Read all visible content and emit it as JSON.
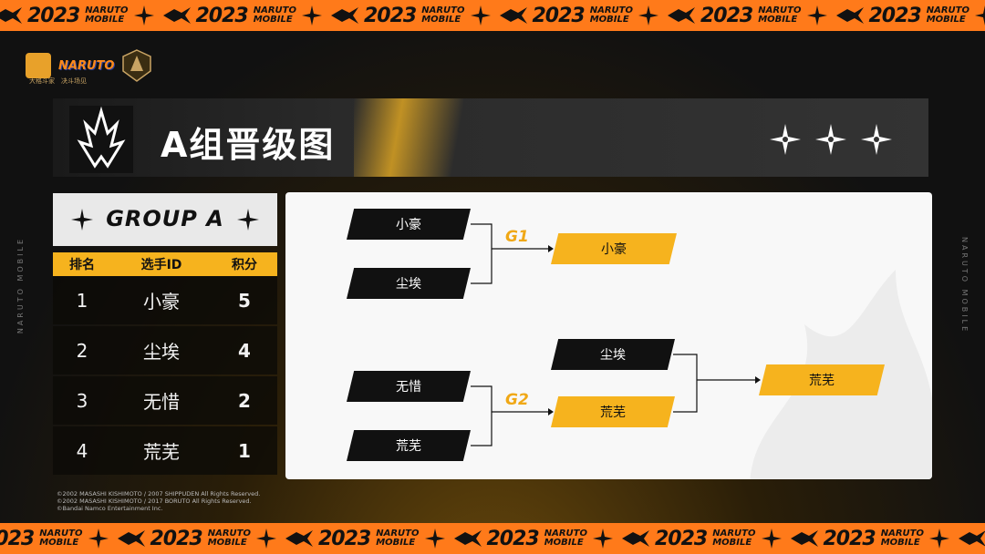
{
  "banner": {
    "year": "2023",
    "name_line1": "NARUTO",
    "name_line2": "MOBILE"
  },
  "side_text": "NARUTO MOBILE",
  "logos": {
    "naruto": "NARUTO",
    "tagline": "大格斗家　决斗场见"
  },
  "title": "A组晋级图",
  "group": {
    "title": "GROUP A"
  },
  "table": {
    "headers": [
      "排名",
      "选手ID",
      "积分"
    ],
    "rows": [
      {
        "rank": "1",
        "name": "小豪",
        "points": "5"
      },
      {
        "rank": "2",
        "name": "尘埃",
        "points": "4"
      },
      {
        "rank": "3",
        "name": "无惜",
        "points": "2"
      },
      {
        "rank": "4",
        "name": "荒芜",
        "points": "1"
      }
    ]
  },
  "bracket": {
    "g1": {
      "label": "G1",
      "players": [
        "小豪",
        "尘埃"
      ],
      "winner": "小豪"
    },
    "g2": {
      "label": "G2",
      "players": [
        "无惜",
        "荒芜"
      ],
      "winner": "荒芜"
    },
    "final": {
      "players": [
        "尘埃",
        "荒芜"
      ],
      "winner": "荒芜"
    }
  },
  "copyright": [
    "©2002 MASASHI KISHIMOTO / 2007 SHIPPUDEN All Rights Reserved.",
    "©2002 MASASHI KISHIMOTO / 2017 BORUTO All Rights Reserved.",
    "©Bandai Namco Entertainment Inc."
  ],
  "colors": {
    "orange": "#ff7a1a",
    "gold": "#f6b31e",
    "dark": "#111111"
  }
}
